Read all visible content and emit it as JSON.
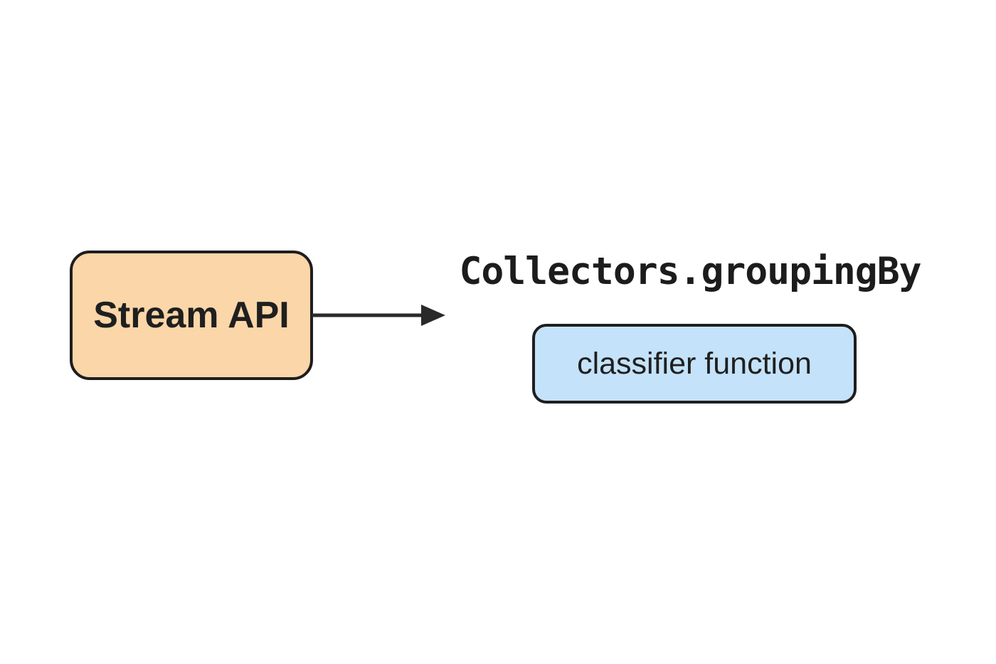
{
  "diagram": {
    "background_color": "#FFFFFF",
    "nodes": {
      "stream_api": {
        "label": "Stream API",
        "fill_color": "#FBD6A8",
        "border_color": "#1E1E1E",
        "text_color": "#1F1F1F",
        "shape": "rounded-rectangle"
      },
      "grouping_by": {
        "label": "Collectors.groupingBy",
        "text_color": "#1C1C1C",
        "style": "bold-monospace"
      },
      "classifier": {
        "label": "classifier function",
        "fill_color": "#C4E2F9",
        "border_color": "#1E1E1E",
        "text_color": "#1F1F1F",
        "shape": "rounded-rectangle"
      }
    },
    "edges": [
      {
        "from": "stream_api",
        "to": "grouping_by",
        "type": "arrow",
        "direction": "right",
        "color": "#2A2A2A"
      }
    ]
  }
}
